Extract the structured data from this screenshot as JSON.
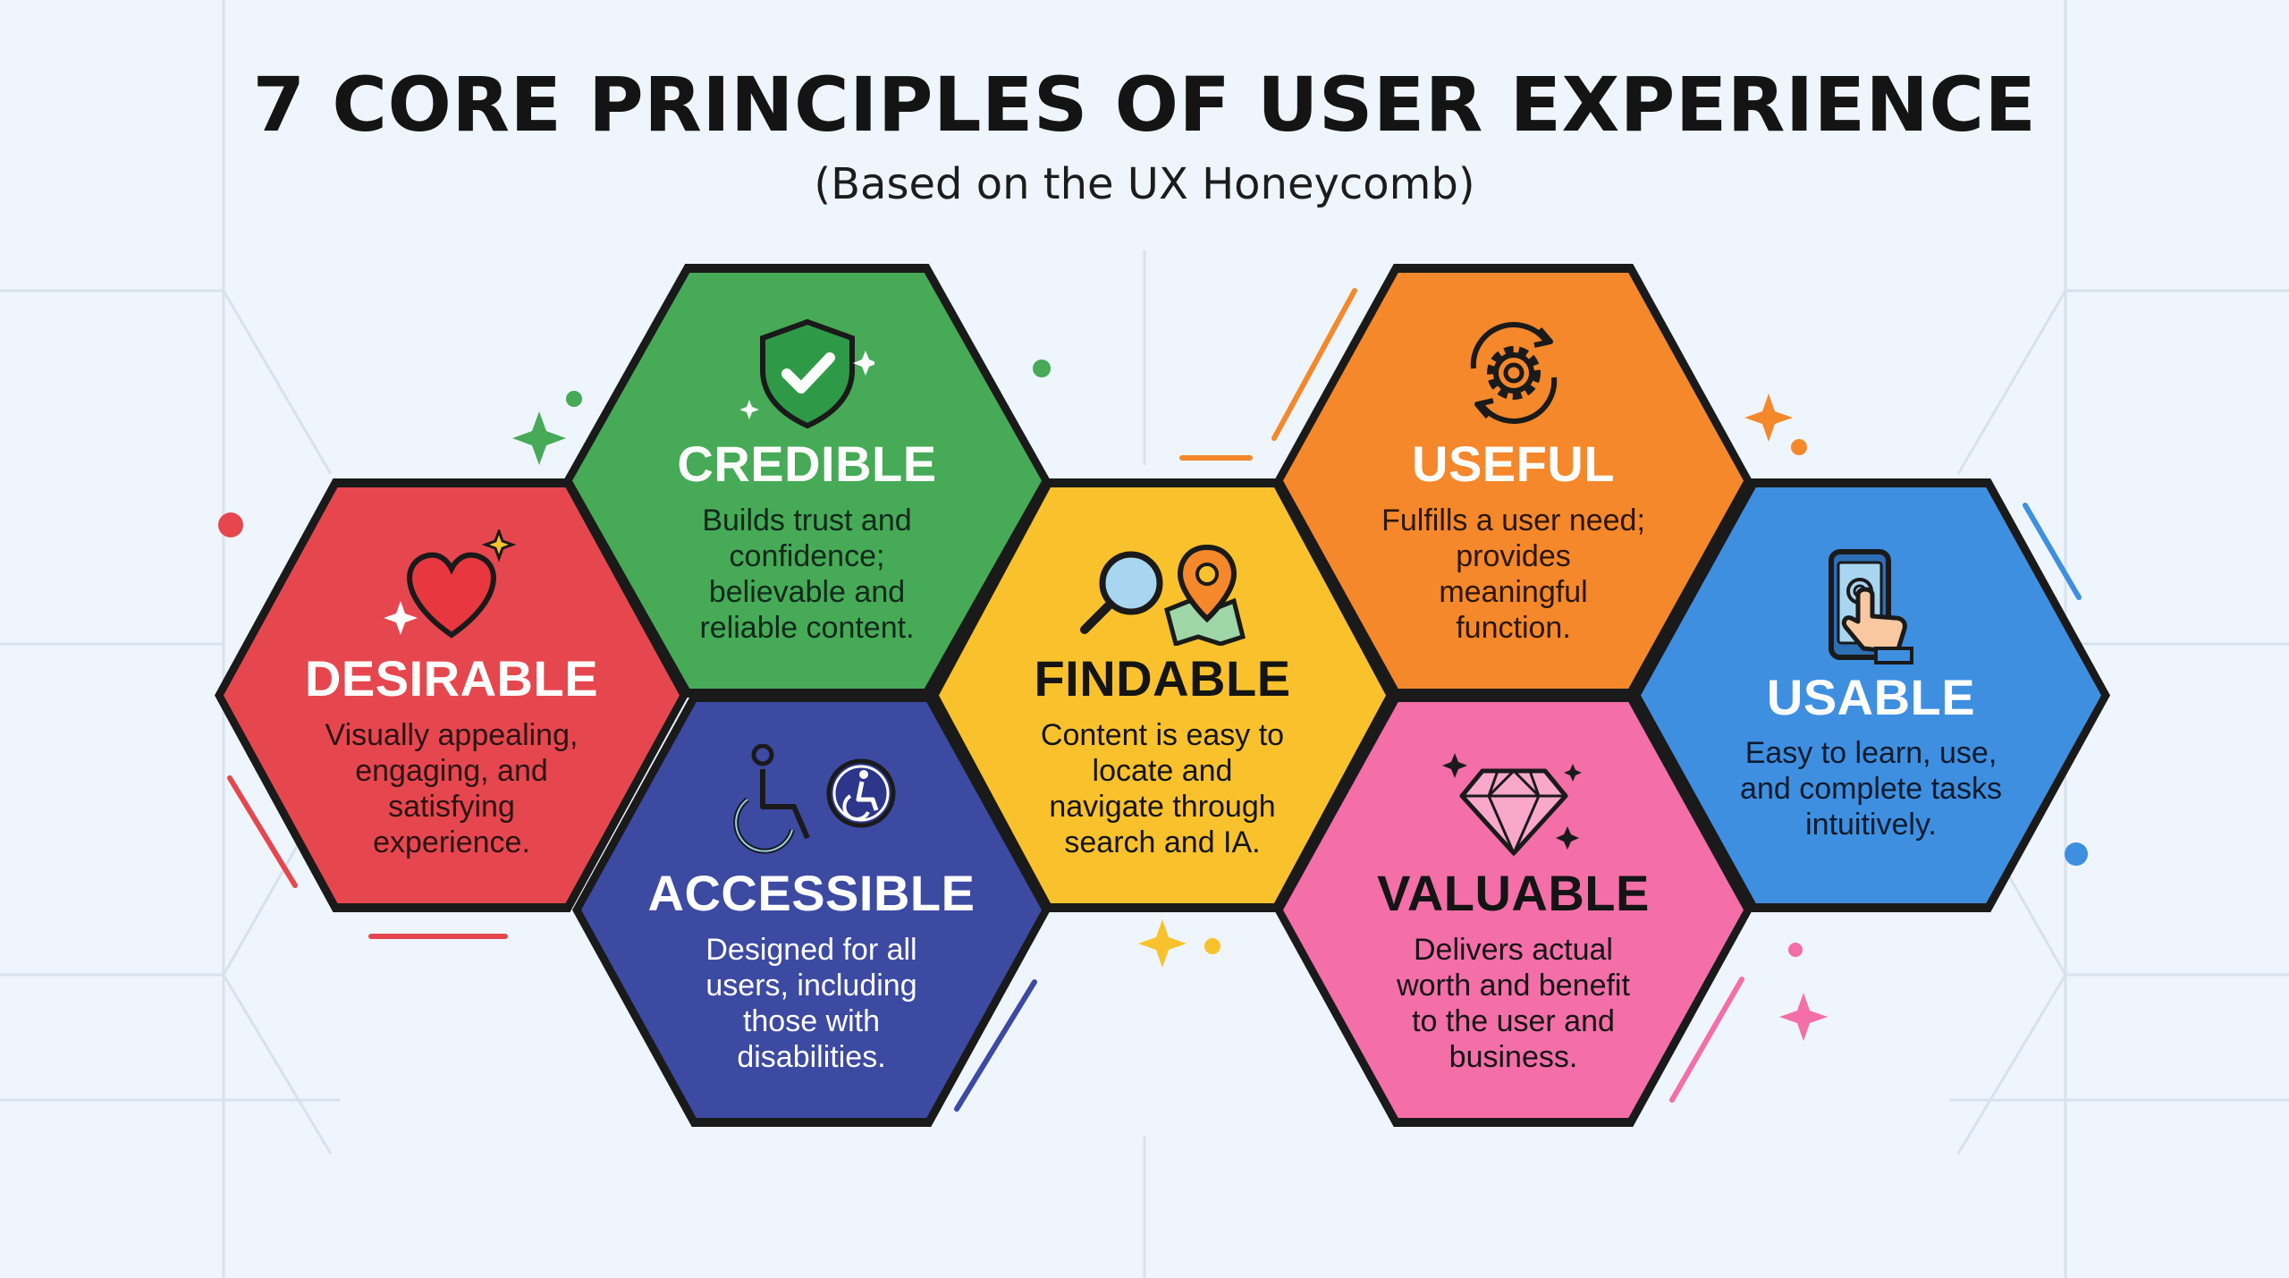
{
  "title": "7 CORE PRINCIPLES OF USER EXPERIENCE",
  "subtitle": "(Based on the UX Honeycomb)",
  "principles": {
    "desirable": {
      "name": "DESIRABLE",
      "desc": "Visually appealing, engaging, and satisfying experience.",
      "icon": "heart-icon",
      "color": "#e6474e",
      "textColor": "#ffffff",
      "descColor": "#2b1214"
    },
    "credible": {
      "name": "CREDIBLE",
      "desc": "Builds trust and confidence; believable and reliable content.",
      "icon": "shield-check-icon",
      "color": "#46aa57",
      "textColor": "#ffffff",
      "descColor": "#10291a"
    },
    "accessible": {
      "name": "ACCESSIBLE",
      "desc": "Designed for all users, including those with disabilities.",
      "icon": "wheelchair-icon",
      "color": "#3d4aa2",
      "textColor": "#ffffff",
      "descColor": "#ffffff"
    },
    "findable": {
      "name": "FINDABLE",
      "desc": "Content is easy to locate and navigate through search and IA.",
      "icon": "magnifier-map-pin-icon",
      "color": "#f9c22c",
      "textColor": "#141414",
      "descColor": "#141414"
    },
    "useful": {
      "name": "USEFUL",
      "desc": "Fulfills a user need; provides meaningful function.",
      "icon": "gear-cycle-icon",
      "color": "#f4882b",
      "textColor": "#ffffff",
      "descColor": "#2b1606"
    },
    "valuable": {
      "name": "VALUABLE",
      "desc": "Delivers actual worth and benefit to the user and business.",
      "icon": "diamond-icon",
      "color": "#f46ea8",
      "textColor": "#141414",
      "descColor": "#141414"
    },
    "usable": {
      "name": "USABLE",
      "desc": "Easy to learn, use, and complete tasks intuitively.",
      "icon": "phone-tap-icon",
      "color": "#3e8fe0",
      "textColor": "#ffffff",
      "descColor": "#0d1b2c"
    }
  },
  "colors": {
    "background": "#eef5fc",
    "border": "#1a1a1a"
  }
}
